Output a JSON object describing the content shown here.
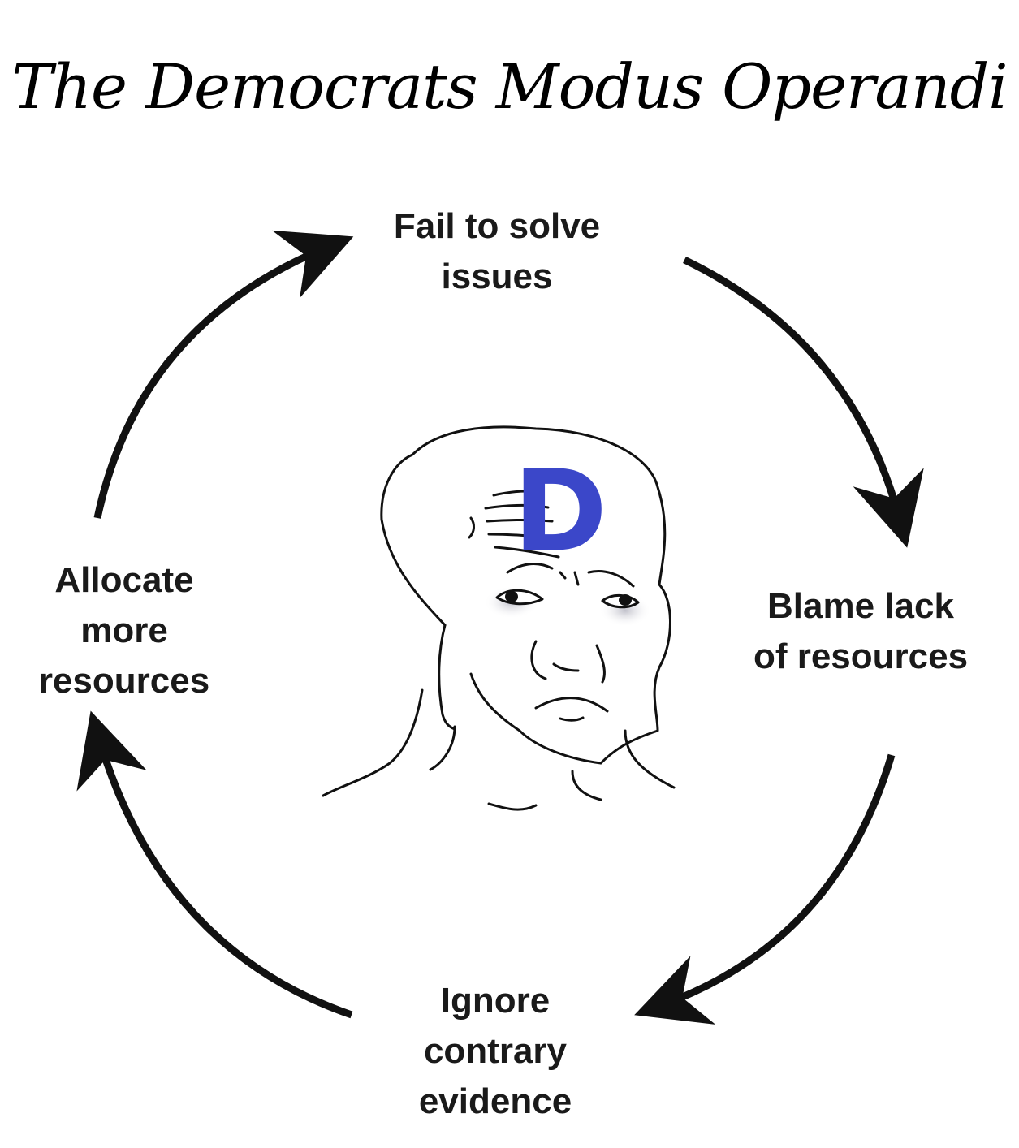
{
  "title": "The Democrats Modus Operandi",
  "steps": [
    {
      "lines": [
        "Fail to solve",
        "issues"
      ]
    },
    {
      "lines": [
        "Blame lack",
        "of resources"
      ]
    },
    {
      "lines": [
        "Ignore",
        "contrary",
        "evidence"
      ]
    },
    {
      "lines": [
        "Allocate",
        "more",
        "resources"
      ]
    }
  ],
  "badge": {
    "letter": "D",
    "color": "#3b47c9"
  },
  "colors": {
    "arrow": "#111111",
    "line": "#111111",
    "background": "#ffffff"
  }
}
